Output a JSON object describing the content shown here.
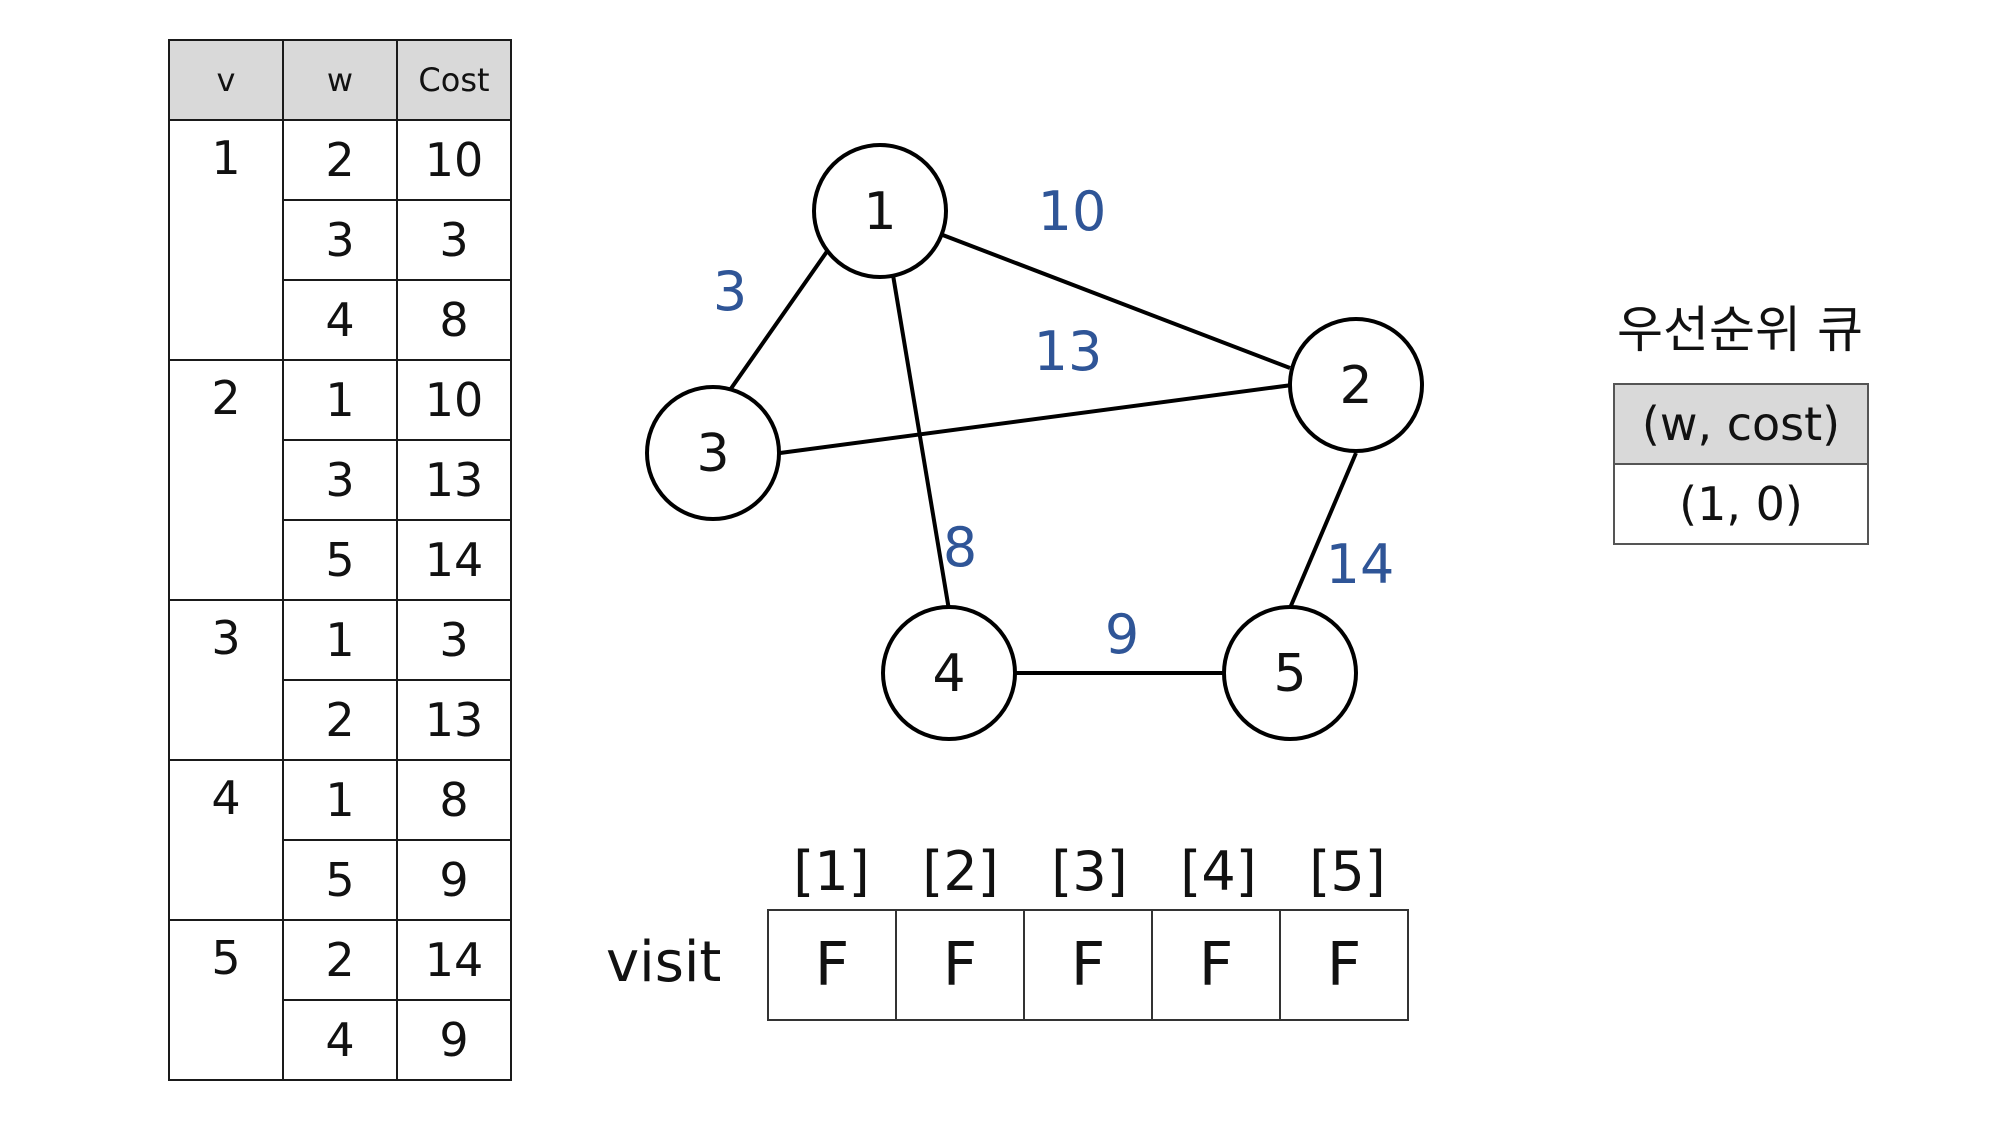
{
  "adjacency_table": {
    "headers": [
      "v",
      "w",
      "Cost"
    ],
    "rows": [
      {
        "v": "1",
        "w": "2",
        "cost": "10"
      },
      {
        "v": "",
        "w": "3",
        "cost": "3"
      },
      {
        "v": "",
        "w": "4",
        "cost": "8"
      },
      {
        "v": "2",
        "w": "1",
        "cost": "10"
      },
      {
        "v": "",
        "w": "3",
        "cost": "13"
      },
      {
        "v": "",
        "w": "5",
        "cost": "14"
      },
      {
        "v": "3",
        "w": "1",
        "cost": "3"
      },
      {
        "v": "",
        "w": "2",
        "cost": "13"
      },
      {
        "v": "4",
        "w": "1",
        "cost": "8"
      },
      {
        "v": "",
        "w": "5",
        "cost": "9"
      },
      {
        "v": "5",
        "w": "2",
        "cost": "14"
      },
      {
        "v": "",
        "w": "4",
        "cost": "9"
      }
    ]
  },
  "graph": {
    "nodes": [
      "1",
      "2",
      "3",
      "4",
      "5"
    ],
    "edges": [
      {
        "from": "1",
        "to": "2",
        "weight": "10"
      },
      {
        "from": "1",
        "to": "3",
        "weight": "3"
      },
      {
        "from": "1",
        "to": "4",
        "weight": "8"
      },
      {
        "from": "3",
        "to": "2",
        "weight": "13"
      },
      {
        "from": "2",
        "to": "5",
        "weight": "14"
      },
      {
        "from": "4",
        "to": "5",
        "weight": "9"
      }
    ],
    "weight_color": "#2f5597"
  },
  "priority_queue": {
    "title": "우선순위 큐",
    "header": "(w, cost)",
    "items": [
      "(1, 0)"
    ]
  },
  "visit": {
    "label": "visit",
    "indices": [
      "[1]",
      "[2]",
      "[3]",
      "[4]",
      "[5]"
    ],
    "values": [
      "F",
      "F",
      "F",
      "F",
      "F"
    ]
  }
}
